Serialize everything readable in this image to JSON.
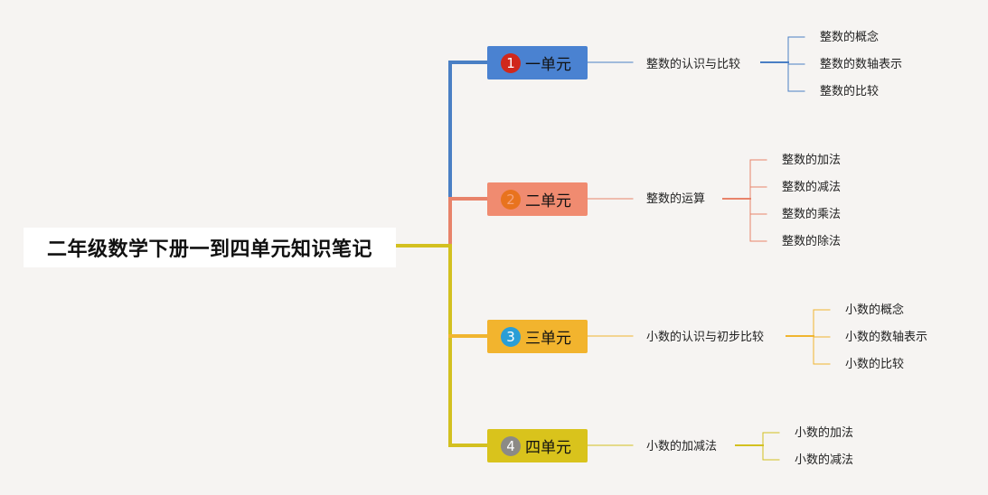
{
  "root": {
    "title": "二年级数学下册一到四单元知识笔记"
  },
  "units": [
    {
      "num": "1",
      "label": "一单元",
      "colors": {
        "line": "#4a7fc4",
        "box": "#4a82d1",
        "badge": "#d0281c",
        "badge_text": "#ffffff"
      },
      "topic": "整数的认识与比较",
      "leaves": [
        "整数的概念",
        "整数的数轴表示",
        "整数的比较"
      ]
    },
    {
      "num": "2",
      "label": "二单元",
      "colors": {
        "line": "#e8836a",
        "box": "#f08b70",
        "badge": "#e8731e",
        "badge_text": "#f6a27a"
      },
      "topic": "整数的运算",
      "leaves": [
        "整数的加法",
        "整数的减法",
        "整数的乘法",
        "整数的除法"
      ]
    },
    {
      "num": "3",
      "label": "三单元",
      "colors": {
        "line": "#f0b530",
        "box": "#f2b42e",
        "badge": "#2a9ed6",
        "badge_text": "#ffffff"
      },
      "topic": "小数的认识与初步比较",
      "leaves": [
        "小数的概念",
        "小数的数轴表示",
        "小数的比较"
      ]
    },
    {
      "num": "4",
      "label": "四单元",
      "colors": {
        "line": "#d3c020",
        "box": "#d9c31c",
        "badge": "#8c8a86",
        "badge_text": "#ffffff"
      },
      "topic": "小数的加减法",
      "leaves": [
        "小数的加法",
        "小数的减法"
      ]
    }
  ]
}
